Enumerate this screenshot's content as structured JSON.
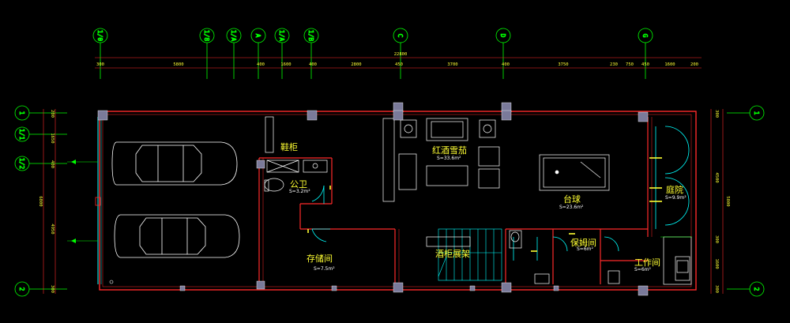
{
  "rooms": [
    {
      "name": "鞋柜",
      "area": ""
    },
    {
      "name": "公卫",
      "area": "S=3.2m²"
    },
    {
      "name": "红酒雪茄",
      "area": "S=33.6m²"
    },
    {
      "name": "台球",
      "area": "S=23.6m²"
    },
    {
      "name": "庭院",
      "area": "S=9.9m²"
    },
    {
      "name": "存储间",
      "area": "S=7.5m²"
    },
    {
      "name": "酒柜展架",
      "area": ""
    },
    {
      "name": "保姆间",
      "area": "S=6m²"
    },
    {
      "name": "工作间",
      "area": "S=6m²"
    }
  ],
  "axes_top": [
    "1/0",
    "1/8",
    "1/A",
    "A",
    "1/A",
    "1/B",
    "C",
    "D",
    "G"
  ],
  "axes_left": [
    "1",
    "1/1",
    "1/2",
    "2"
  ],
  "axes_right": [
    "1",
    "2"
  ],
  "dims_top_total": "22800",
  "dims_top": [
    "300",
    "5800",
    "400",
    "1600",
    "400",
    "2800",
    "450",
    "3700",
    "400",
    "3750",
    "230",
    "750",
    "450",
    "1600",
    "200"
  ],
  "dims_left": [
    "200",
    "1650",
    "400",
    "4950",
    "6800",
    "300"
  ],
  "dims_right": [
    "300",
    "4500",
    "5800",
    "300",
    "1600",
    "300"
  ],
  "colors": {
    "wall": "#ff2a2a",
    "axis": "#00ff00",
    "furniture": "#ffffff",
    "text": "#ffff33",
    "door": "#00ffff",
    "column": "#7a7a9a"
  }
}
